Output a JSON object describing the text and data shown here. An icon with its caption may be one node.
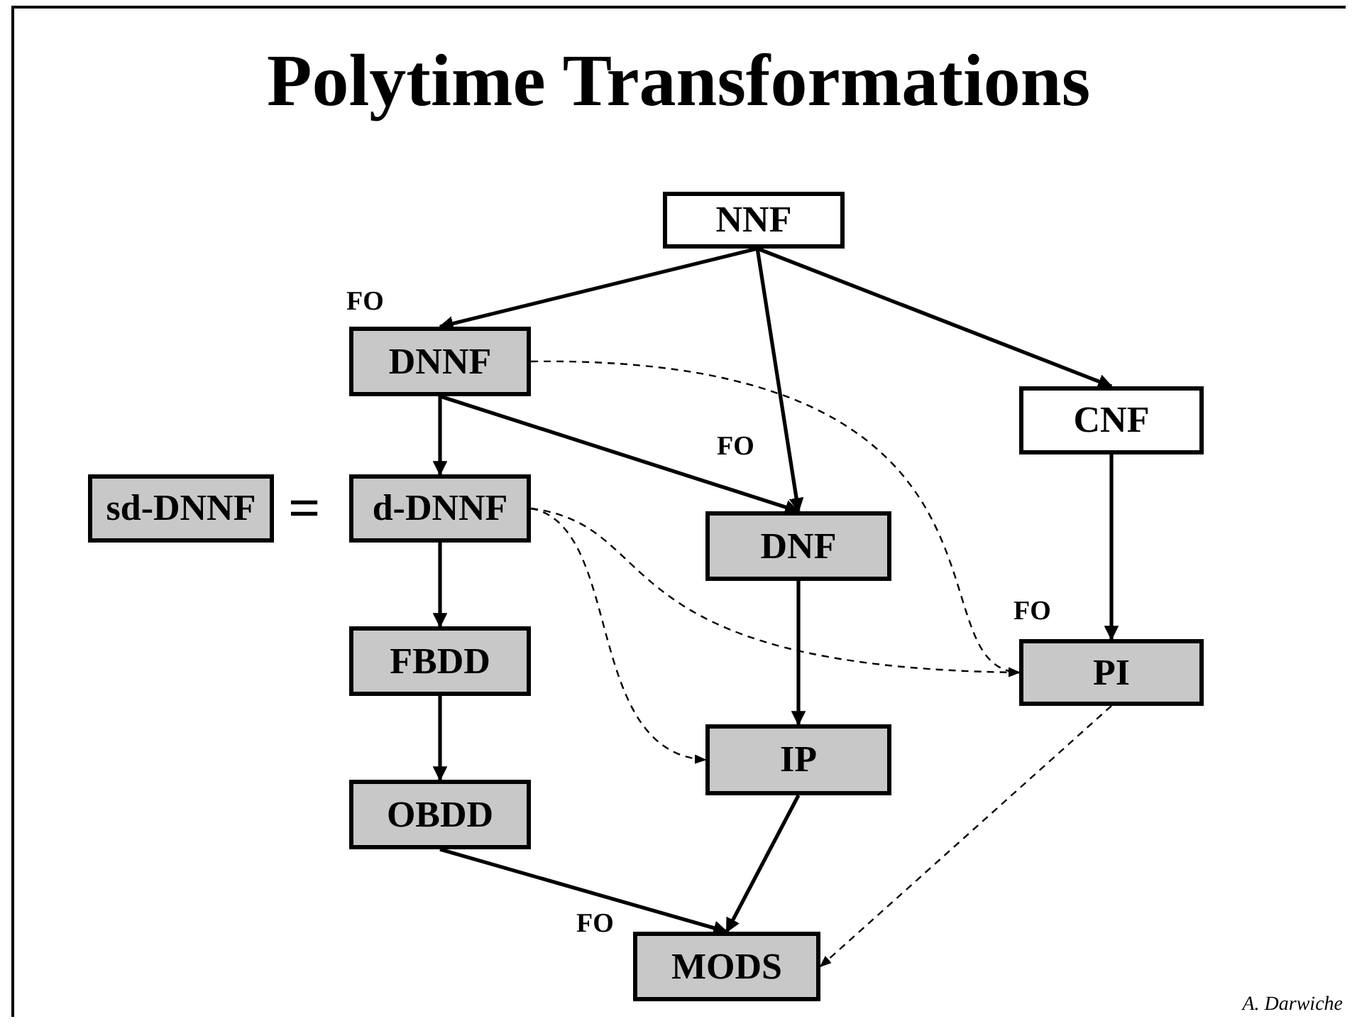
{
  "diagram": {
    "title": "Polytime Transformations",
    "nodes": [
      {
        "text": [
          "NNF"
        ]
      },
      {
        "text": [
          "DNNF"
        ],
        "beside": [
          "FO"
        ]
      },
      {
        "text": [
          "CNF"
        ]
      },
      {
        "text": [
          "sd-DNNF"
        ]
      },
      {
        "text": [
          "d-DNNF"
        ]
      },
      {
        "text": [
          "DNF"
        ],
        "beside": [
          "FO"
        ]
      },
      {
        "text": [
          "PI"
        ],
        "beside": [
          "FO"
        ]
      },
      {
        "text": [
          "FBDD"
        ]
      },
      {
        "text": [
          "IP"
        ]
      },
      {
        "text": [
          "OBDD"
        ]
      },
      {
        "text": [
          "MODS"
        ],
        "beside": [
          "FO"
        ]
      }
    ],
    "edges": [
      {
        "from": 0,
        "to": 1,
        "arrow": "to"
      },
      {
        "from": 0,
        "to": 5,
        "arrow": "to"
      },
      {
        "from": 0,
        "to": 2,
        "arrow": "to"
      },
      {
        "from": 1,
        "to": 4,
        "arrow": "to"
      },
      {
        "from": 1,
        "to": 5,
        "arrow": "to"
      },
      {
        "from": 4,
        "to": 7,
        "arrow": "to"
      },
      {
        "from": 7,
        "to": 9,
        "arrow": "to"
      },
      {
        "from": 9,
        "to": 10,
        "arrow": "to"
      },
      {
        "from": 5,
        "to": 8,
        "arrow": "to"
      },
      {
        "from": 8,
        "to": 10,
        "arrow": "to"
      },
      {
        "from": 2,
        "to": 6,
        "arrow": "to"
      },
      {
        "from": 1,
        "to": 6,
        "arrow": "to",
        "style": "dashed"
      },
      {
        "from": 4,
        "to": 6,
        "arrow": "to",
        "style": "dashed"
      },
      {
        "from": 4,
        "to": 8,
        "arrow": "to",
        "style": "dashed"
      },
      {
        "from": 6,
        "to": 10,
        "arrow": "to",
        "style": "dashed"
      }
    ],
    "labels": [
      "=",
      "A. Darwiche"
    ]
  }
}
